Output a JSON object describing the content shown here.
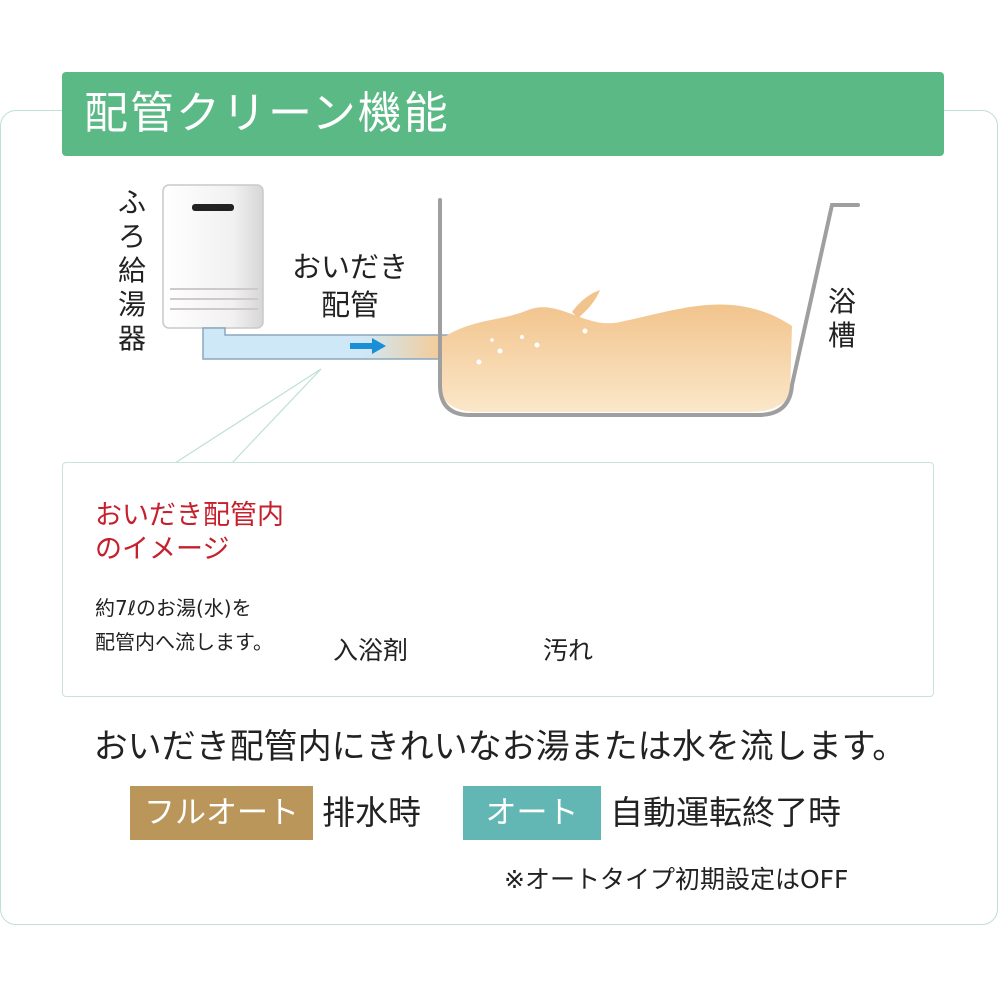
{
  "title": "配管クリーン機能",
  "labels": {
    "heater": "ふろ給湯器",
    "pipe_line1": "おいだき",
    "pipe_line2": "配管",
    "tub": "浴槽"
  },
  "inset": {
    "heading_line1": "おいだき配管内",
    "heading_line2": "のイメージ",
    "desc_line1": "約7ℓのお湯(水)を",
    "desc_line2": "配管内へ流します。",
    "label_bath_additive": "入浴剤",
    "label_dirt": "汚れ"
  },
  "caption": "おいだき配管内にきれいなお湯または水を流します。",
  "modes": [
    {
      "badge": "フルオート",
      "text": "排水時",
      "color": "#ba965b"
    },
    {
      "badge": "オート",
      "text": "自動運転終了時",
      "color": "#62b7b5"
    }
  ],
  "footnote": "※オートタイプ初期設定はOFF",
  "colors": {
    "title_bar": "#5ab985",
    "heading_red": "#c5202e",
    "arrow_blue": "#1a8fd8",
    "particle_yellow": "#d9d92a",
    "water_tan": "#f1c995"
  },
  "icons": [
    "water-heater-icon",
    "bathtub-icon",
    "flow-arrow-icon",
    "next-triangle-icon"
  ]
}
